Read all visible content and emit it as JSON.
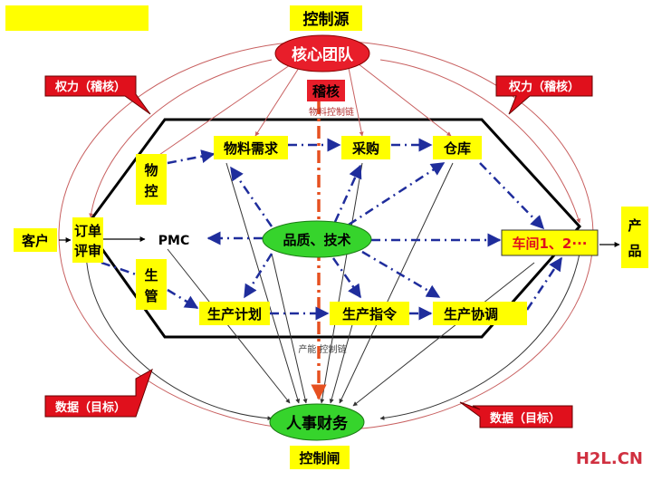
{
  "title": "工厂网状控制图",
  "labels": {
    "control_source": "控制源",
    "core_team": "核心团队",
    "audit": "稽核",
    "material_chain": "物料控制链",
    "power_audit_left": "权力（稽核）",
    "power_audit_right": "权力（稽核）",
    "data_target_left": "数据（目标）",
    "data_target_right": "数据（目标）",
    "capacity_chain": "产能 控制链",
    "hr_finance": "人事财务",
    "control_gate": "控制闸",
    "customer": "客户",
    "order_review_1": "订单",
    "order_review_2": "评审",
    "material_control_1": "物",
    "material_control_2": "控",
    "production_mgmt_1": "生",
    "production_mgmt_2": "管",
    "pmc": "PMC",
    "material_demand": "物料需求",
    "purchase": "采购",
    "warehouse": "仓库",
    "quality_tech": "品质、技术",
    "workshop": "车间1、2···",
    "product_1": "产",
    "product_2": "品",
    "production_plan": "生产计划",
    "production_order": "生产指令",
    "production_coord": "生产协调",
    "watermark": "H2L.CN"
  },
  "colors": {
    "yellow_box": "#ffff00",
    "red_oval": "#e81e2a",
    "green_oval": "#36d42c",
    "red_callout": "#e0101c",
    "dash_blue": "#1f2d9c",
    "thin_red": "#c86060",
    "dash_orange": "#e65020"
  }
}
